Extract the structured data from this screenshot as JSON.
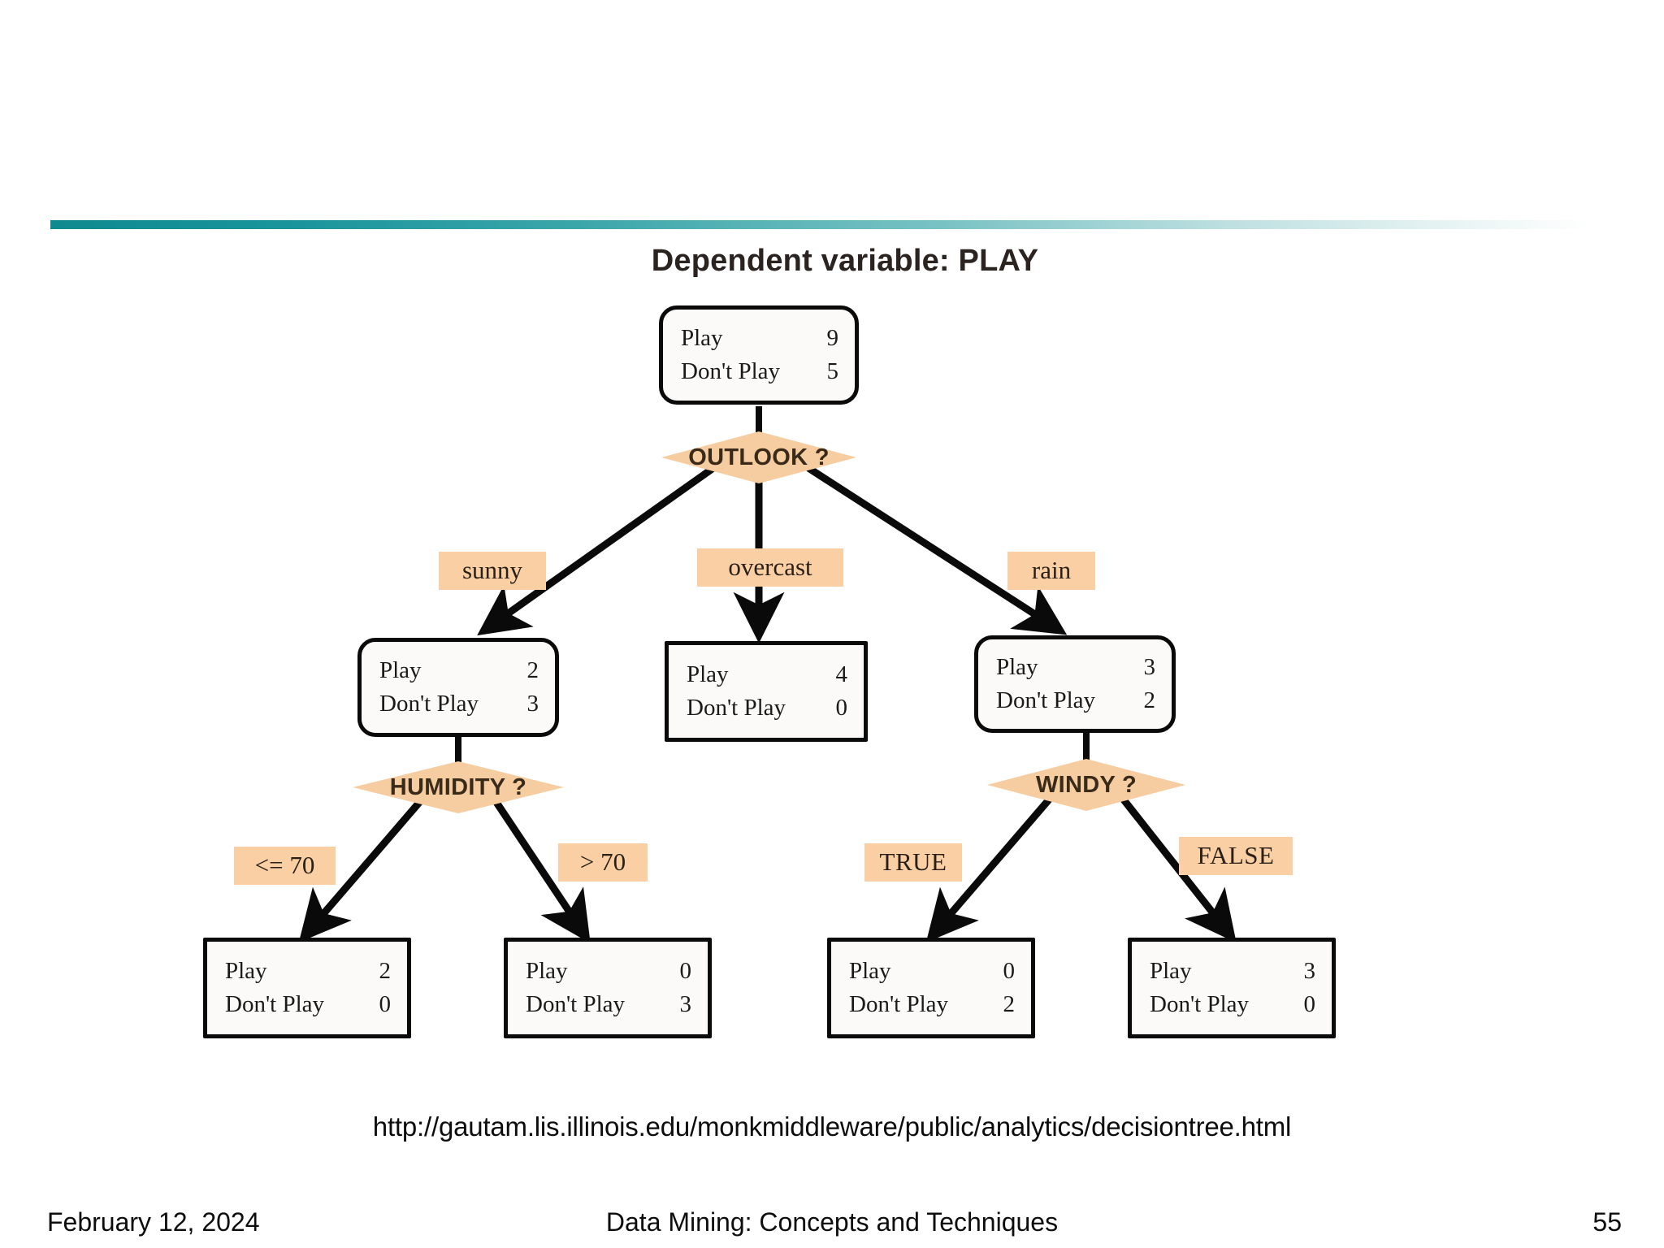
{
  "slide": {
    "title": "Dependent variable: PLAY",
    "source_url": "http://gautam.lis.illinois.edu/monkmiddleware/public/analytics/decisiontree.html",
    "accent_color": "#0f8a8f",
    "footer": {
      "date": "February 12, 2024",
      "center": "Data Mining: Concepts and Techniques",
      "page": "55"
    }
  },
  "chart_data": {
    "type": "diagram",
    "subtype": "decision-tree",
    "title": "Dependent variable: PLAY",
    "class_labels": [
      "Play",
      "Don't Play"
    ],
    "node_palette": {
      "node_fill": "#fbfaf8",
      "node_stroke": "#0a0a0a",
      "decision_fill": "#f6cda0",
      "edge_label_fill": "#f9cfa3"
    },
    "nodes": [
      {
        "id": "root",
        "shape": "rounded-rect",
        "rows": [
          {
            "label": "Play",
            "value": "9"
          },
          {
            "label": "Don't Play",
            "value": "5"
          }
        ],
        "split": "OUTLOOK ?"
      },
      {
        "id": "sunny",
        "shape": "rounded-rect",
        "rows": [
          {
            "label": "Play",
            "value": "2"
          },
          {
            "label": "Don't Play",
            "value": "3"
          }
        ],
        "split": "HUMIDITY ?"
      },
      {
        "id": "overcast",
        "shape": "rect",
        "rows": [
          {
            "label": "Play",
            "value": "4"
          },
          {
            "label": "Don't Play",
            "value": "0"
          }
        ],
        "split": null
      },
      {
        "id": "rain",
        "shape": "rounded-rect",
        "rows": [
          {
            "label": "Play",
            "value": "3"
          },
          {
            "label": "Don't Play",
            "value": "2"
          }
        ],
        "split": "WINDY ?"
      },
      {
        "id": "humidity-le70",
        "shape": "rect",
        "rows": [
          {
            "label": "Play",
            "value": "2"
          },
          {
            "label": "Don't Play",
            "value": "0"
          }
        ],
        "split": null
      },
      {
        "id": "humidity-gt70",
        "shape": "rect",
        "rows": [
          {
            "label": "Play",
            "value": "0"
          },
          {
            "label": "Don't Play",
            "value": "3"
          }
        ],
        "split": null
      },
      {
        "id": "windy-true",
        "shape": "rect",
        "rows": [
          {
            "label": "Play",
            "value": "0"
          },
          {
            "label": "Don't Play",
            "value": "2"
          }
        ],
        "split": null
      },
      {
        "id": "windy-false",
        "shape": "rect",
        "rows": [
          {
            "label": "Play",
            "value": "3"
          },
          {
            "label": "Don't Play",
            "value": "0"
          }
        ],
        "split": null
      }
    ],
    "decisions": [
      {
        "id": "outlook",
        "label": "OUTLOOK ?"
      },
      {
        "id": "humidity",
        "label": "HUMIDITY ?"
      },
      {
        "id": "windy",
        "label": "WINDY ?"
      }
    ],
    "edges": [
      {
        "from": "root",
        "to": "sunny",
        "label": "sunny"
      },
      {
        "from": "root",
        "to": "overcast",
        "label": "overcast"
      },
      {
        "from": "root",
        "to": "rain",
        "label": "rain"
      },
      {
        "from": "sunny",
        "to": "humidity-le70",
        "label": "<= 70"
      },
      {
        "from": "sunny",
        "to": "humidity-gt70",
        "label": "> 70"
      },
      {
        "from": "rain",
        "to": "windy-true",
        "label": "TRUE"
      },
      {
        "from": "rain",
        "to": "windy-false",
        "label": "FALSE"
      }
    ]
  },
  "nodes": {
    "root": {
      "r0l": "Play",
      "r0v": "9",
      "r1l": "Don't Play",
      "r1v": "5"
    },
    "sunny": {
      "r0l": "Play",
      "r0v": "2",
      "r1l": "Don't Play",
      "r1v": "3"
    },
    "overcast": {
      "r0l": "Play",
      "r0v": "4",
      "r1l": "Don't Play",
      "r1v": "0"
    },
    "rain": {
      "r0l": "Play",
      "r0v": "3",
      "r1l": "Don't Play",
      "r1v": "2"
    },
    "humidity_le70": {
      "r0l": "Play",
      "r0v": "2",
      "r1l": "Don't Play",
      "r1v": "0"
    },
    "humidity_gt70": {
      "r0l": "Play",
      "r0v": "0",
      "r1l": "Don't Play",
      "r1v": "3"
    },
    "windy_true": {
      "r0l": "Play",
      "r0v": "0",
      "r1l": "Don't Play",
      "r1v": "2"
    },
    "windy_false": {
      "r0l": "Play",
      "r0v": "3",
      "r1l": "Don't Play",
      "r1v": "0"
    }
  },
  "decisions": {
    "outlook": "OUTLOOK ?",
    "humidity": "HUMIDITY ?",
    "windy": "WINDY ?"
  },
  "edge_labels": {
    "sunny": "sunny",
    "overcast": "overcast",
    "rain": "rain",
    "le70": "<= 70",
    "gt70": "> 70",
    "true": "TRUE",
    "false": "FALSE"
  }
}
